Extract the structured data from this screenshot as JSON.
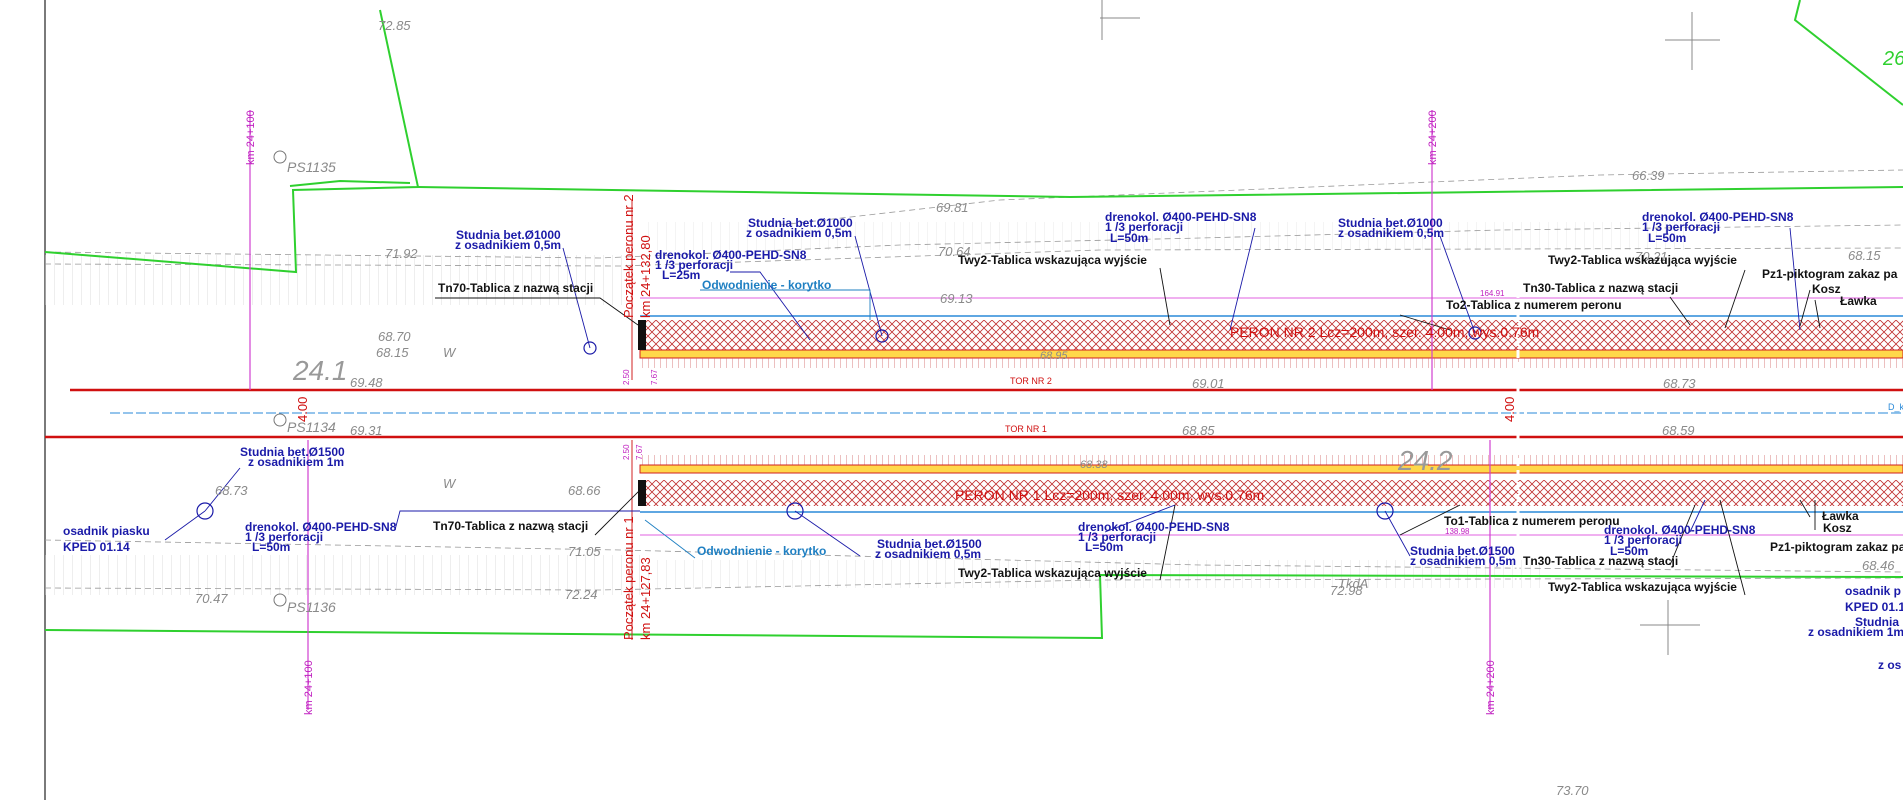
{
  "drawing": {
    "station_name_label": "Tn70-Tablica z nazwą stacji",
    "platform2": {
      "label": "PERON NR 2  Lcz=200m, szer. 4.00m, wys.0.76m",
      "start_label": "Początek peronu nr 2",
      "start_km": "km 24+132,80"
    },
    "platform1": {
      "label": "PERON NR 1  Lcz=200m, szer. 4.00m, wys.0.76m",
      "start_label": "Początek peronu nr 1",
      "start_km": "km 24+127,83"
    },
    "tracks": {
      "tor2": "TOR NR 2",
      "tor1": "TOR NR 1",
      "d_label": "D_k"
    },
    "km_markers": [
      "km 24+100",
      "km 24+200",
      "km 24+100",
      "km 24+200"
    ],
    "chainage_big": [
      "24.1",
      "24.2"
    ],
    "dist_labels": [
      "4.00",
      "4.00"
    ],
    "small_dims": [
      "2.50",
      "2.50",
      "7.67",
      "7.67",
      "164.91",
      "138.98"
    ],
    "points": [
      "PS1135",
      "PS1136",
      "PS1134",
      "W",
      "W",
      "TkdA"
    ],
    "elevations": [
      "72.85",
      "71.92",
      "68.70",
      "68.15",
      "69.48",
      "69.81",
      "70.64",
      "69.13",
      "66.39",
      "70.21",
      "68.15",
      "69.01",
      "68.73",
      "69.31",
      "68.85",
      "68.59",
      "68.73",
      "68.66",
      "71.05",
      "70.47",
      "72.24",
      "72.98",
      "68.46",
      "73.70",
      "68.95",
      "68.38"
    ],
    "annotations": {
      "studnia_1000": "Studnia bet.Ø1000",
      "z_osadnikiem_05": "z osadnikiem 0,5m",
      "studnia_1500": "Studnia bet.Ø1500",
      "z_osadnikiem_1": "z osadnikiem 1m",
      "drenokol": "drenokol. Ø400-PEHD-SN8",
      "perforacji": "1 /3 perforacji",
      "l25": "L=25m",
      "l50": "L=50m",
      "odwodnienie": "Odwodnienie - korytko",
      "twy2": "Twy2-Tablica wskazująca wyjście",
      "to2": "To2-Tablica z numerem peronu",
      "to1": "To1-Tablica z numerem peronu",
      "tn30": "Tn30-Tablica z nazwą stacji",
      "pz1": "Pz1-piktogram zakaz pa",
      "kosz": "Kosz",
      "lawka": "Ławka",
      "osadnik": "osadnik piasku",
      "kped": "KPED 01.14",
      "osadnik_cut": "osadnik p",
      "kped_cut": "KPED 01.1",
      "studnia_cut": "Studnia",
      "z_osadnikiem_1_cut": "z osadnikiem 1m",
      "z_os_cut": "z os",
      "big_green": "26"
    }
  }
}
